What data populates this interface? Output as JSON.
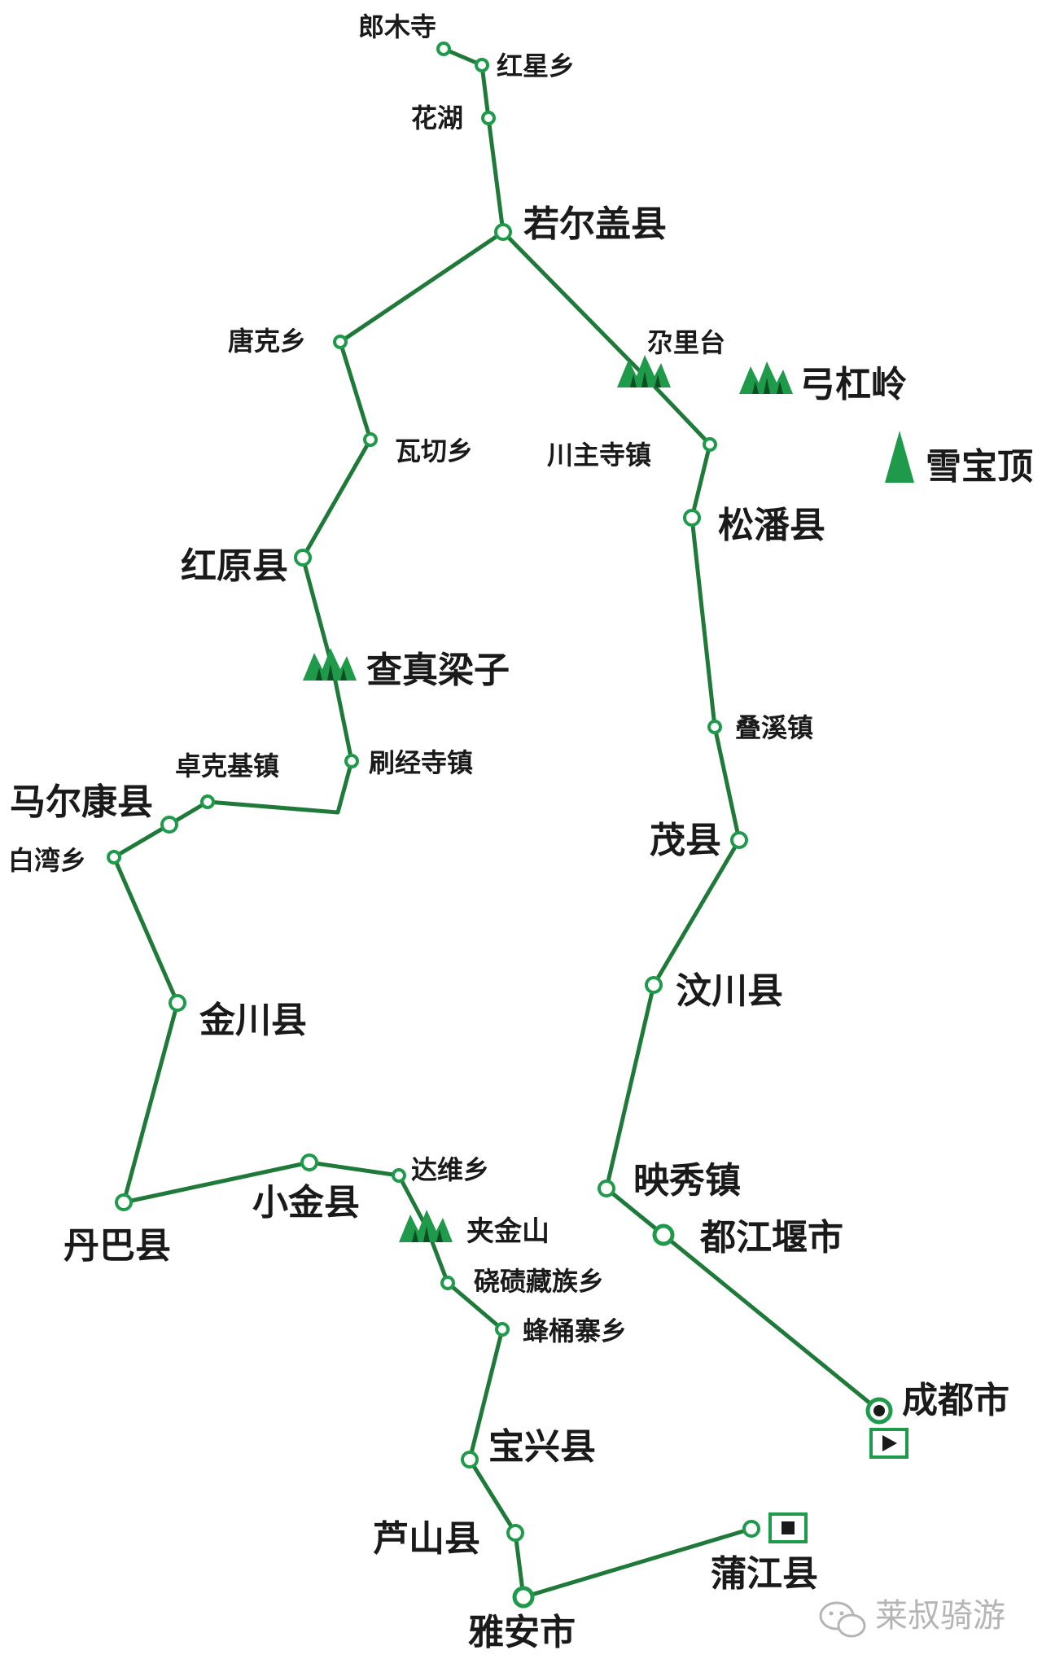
{
  "colors": {
    "route": "#1f7a3a",
    "node": "#1f9a4a",
    "text": "#1a1a1a",
    "watermark": "#b5b5b5"
  },
  "route_west": [
    "郎木寺",
    "红星乡",
    "花湖",
    "若尔盖县",
    "唐克乡",
    "瓦切乡",
    "红原县",
    "查真梁子",
    "刷经寺镇",
    "卓克基镇",
    "马尔康县",
    "白湾乡",
    "金川县",
    "丹巴县",
    "小金县",
    "达维乡",
    "夹金山",
    "硗碛藏族乡",
    "蜂桶寨乡",
    "宝兴县",
    "芦山县",
    "雅安市",
    "蒲江县"
  ],
  "route_east": [
    "若尔盖县",
    "尕里台",
    "川主寺镇",
    "松潘县",
    "叠溪镇",
    "茂县",
    "汶川县",
    "映秀镇",
    "都江堰市",
    "成都市"
  ],
  "places": {
    "langmusi": "郎木寺",
    "hongxing": "红星乡",
    "huahu": "花湖",
    "ruoergai": "若尔盖县",
    "tangke": "唐克乡",
    "waqie": "瓦切乡",
    "hongyuan": "红原县",
    "chazhenliangzi": "查真梁子",
    "shuajingsi": "刷经寺镇",
    "zhuokeji": "卓克基镇",
    "maerkang": "马尔康县",
    "baiwan": "白湾乡",
    "jinchuan": "金川县",
    "danba": "丹巴县",
    "xiaojin": "小金县",
    "dawei": "达维乡",
    "jiajinshan": "夹金山",
    "qiaoqi": "硗碛藏族乡",
    "fengtongzhai": "蜂桶寨乡",
    "baoxing": "宝兴县",
    "lushan": "芦山县",
    "yaan": "雅安市",
    "pujiang": "蒲江县",
    "galitai": "尕里台",
    "gonggangling": "弓杠岭",
    "xuebaoding": "雪宝顶",
    "chuanzhusi": "川主寺镇",
    "songpan": "松潘县",
    "diexi": "叠溪镇",
    "maoxian": "茂县",
    "wenchuan": "汶川县",
    "yingxiu": "映秀镇",
    "dujiangyan": "都江堰市",
    "chengdu": "成都市"
  },
  "legend": {
    "start_icon": "play-icon",
    "end_icon": "stop-icon"
  },
  "watermark": {
    "icon": "wechat-icon",
    "text": "莱叔骑游"
  }
}
